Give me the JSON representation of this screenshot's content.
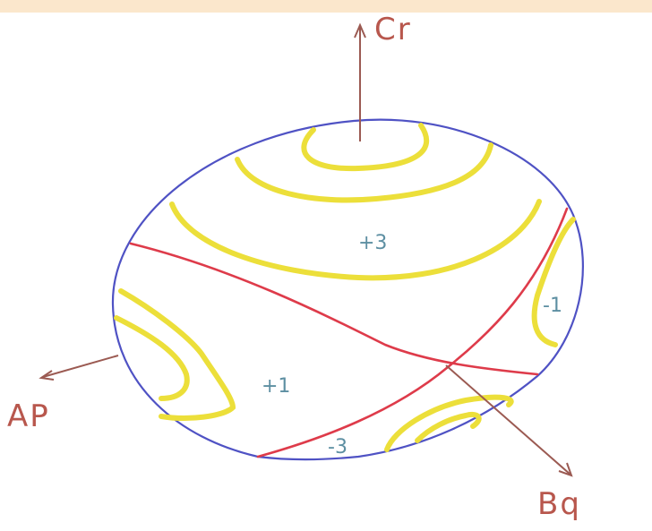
{
  "colors": {
    "background": "#ffffff",
    "top_strip": "#fbe7cc",
    "sphere_outline": "#4f52c4",
    "axis_arrow": "#9b5a52",
    "axis_label": "#b8574d",
    "contour": "#ecdf3a",
    "zero_line": "#de3b4a",
    "region_label": "#5d8fa2"
  },
  "axes": {
    "cr": "Cr",
    "ap": "AP",
    "bq": "Bq"
  },
  "regions": {
    "plus3": "+3",
    "plus1": "+1",
    "minus1": "-1",
    "minus3": "-3"
  }
}
